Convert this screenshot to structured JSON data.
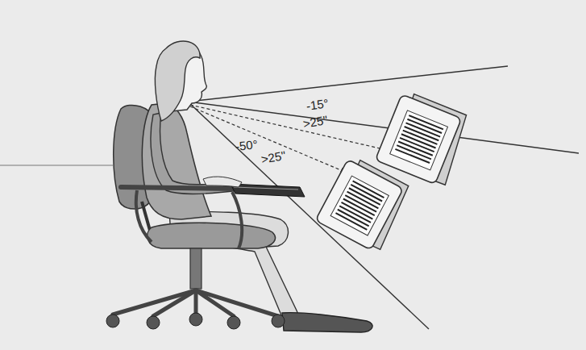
{
  "diagram": {
    "labels": [
      "-15°",
      ">25\"",
      "-50°",
      ">25\""
    ]
  }
}
